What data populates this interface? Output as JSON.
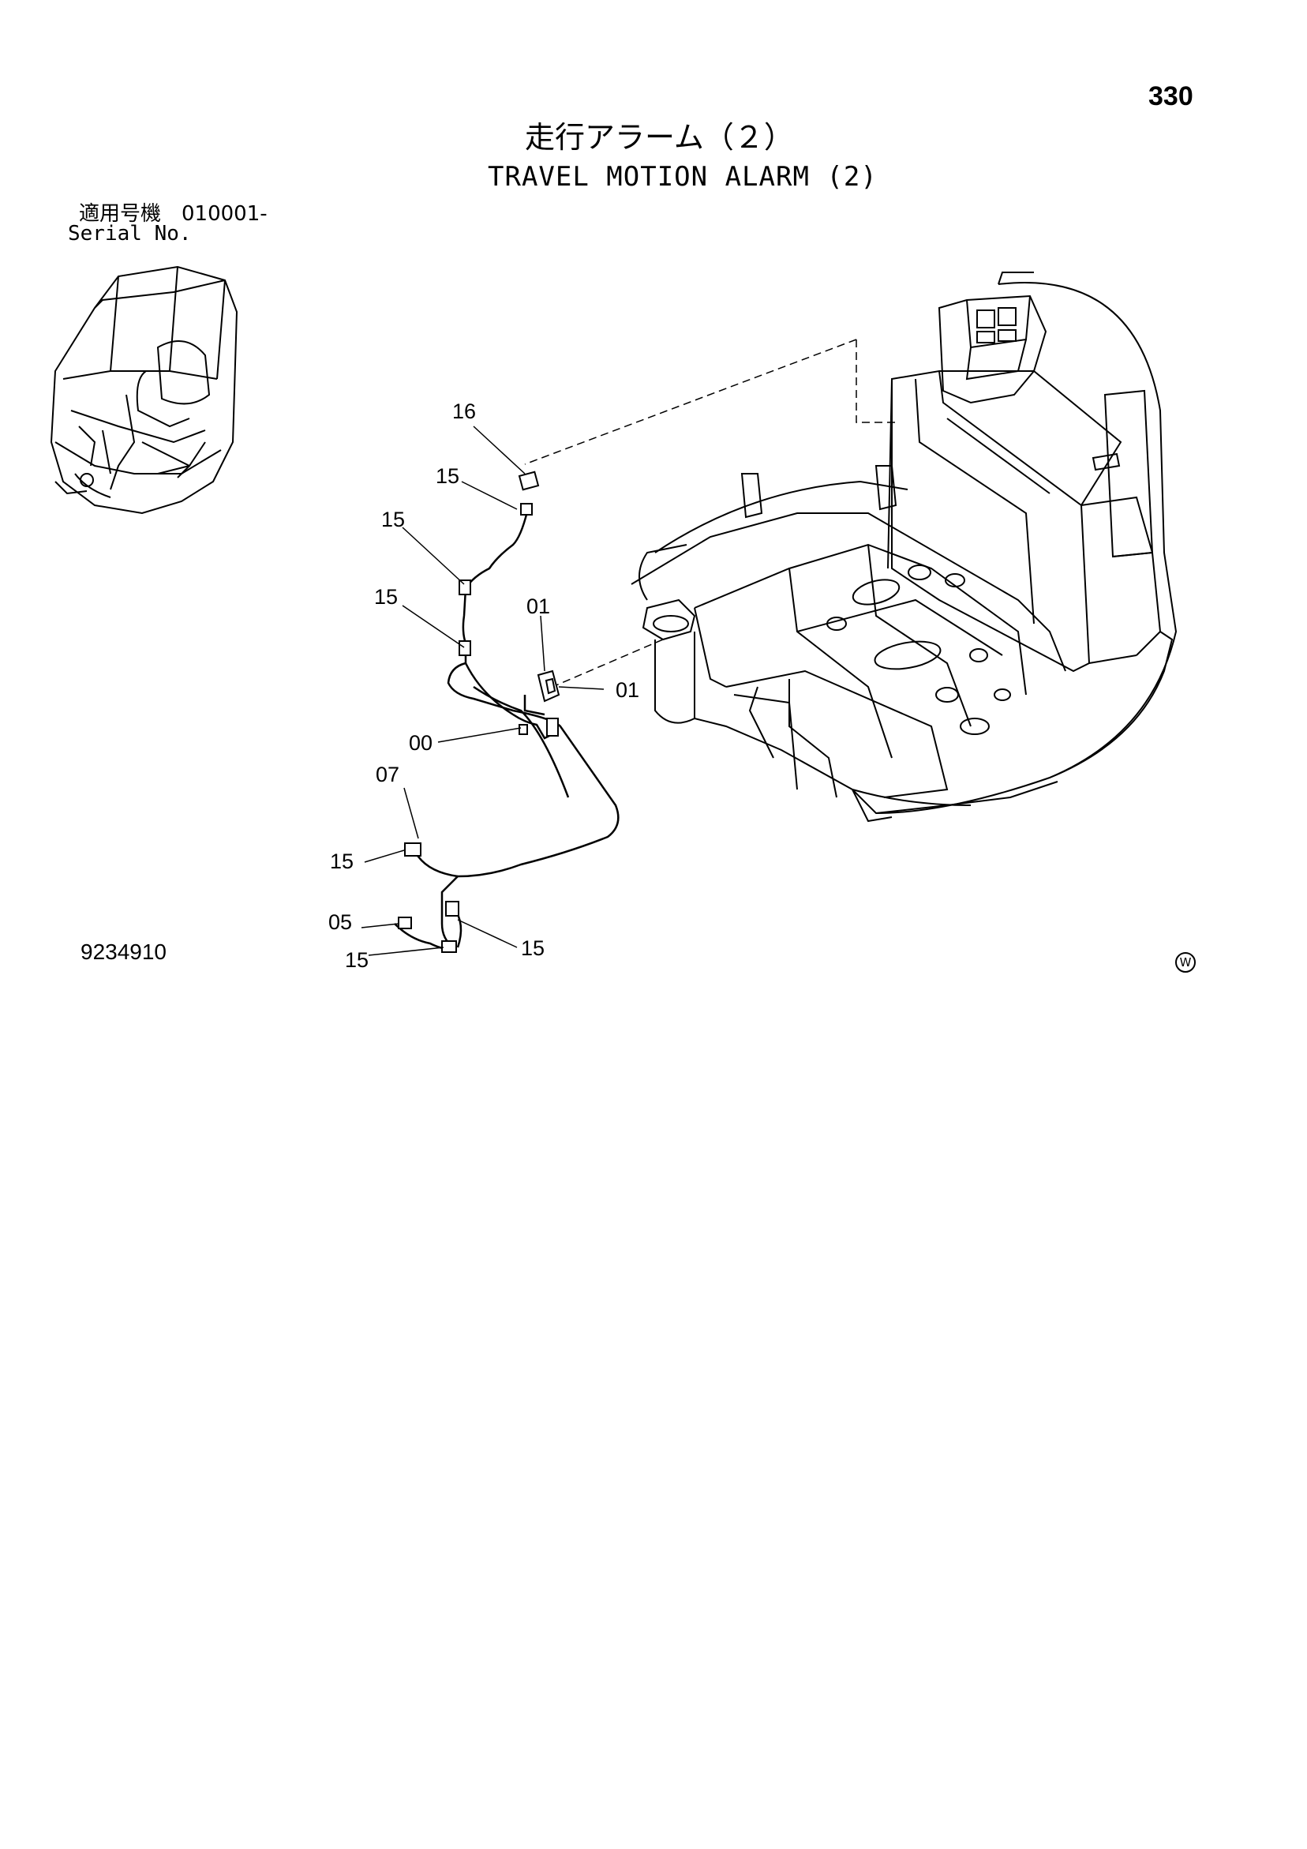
{
  "page_number": "330",
  "title_jp": "走行アラーム（２）",
  "title_en": "TRAVEL MOTION ALARM (2)",
  "serial_label_jp": "適用号機　010001-",
  "serial_label_en": "Serial No.",
  "drawing_number": "9234910",
  "w_mark": "W",
  "callouts": {
    "c16": "16",
    "c15a": "15",
    "c15b": "15",
    "c15c": "15",
    "c01a": "01",
    "c01b": "01",
    "c00": "00",
    "c07": "07",
    "c15d": "15",
    "c05": "05",
    "c15e": "15",
    "c15f": "15"
  }
}
